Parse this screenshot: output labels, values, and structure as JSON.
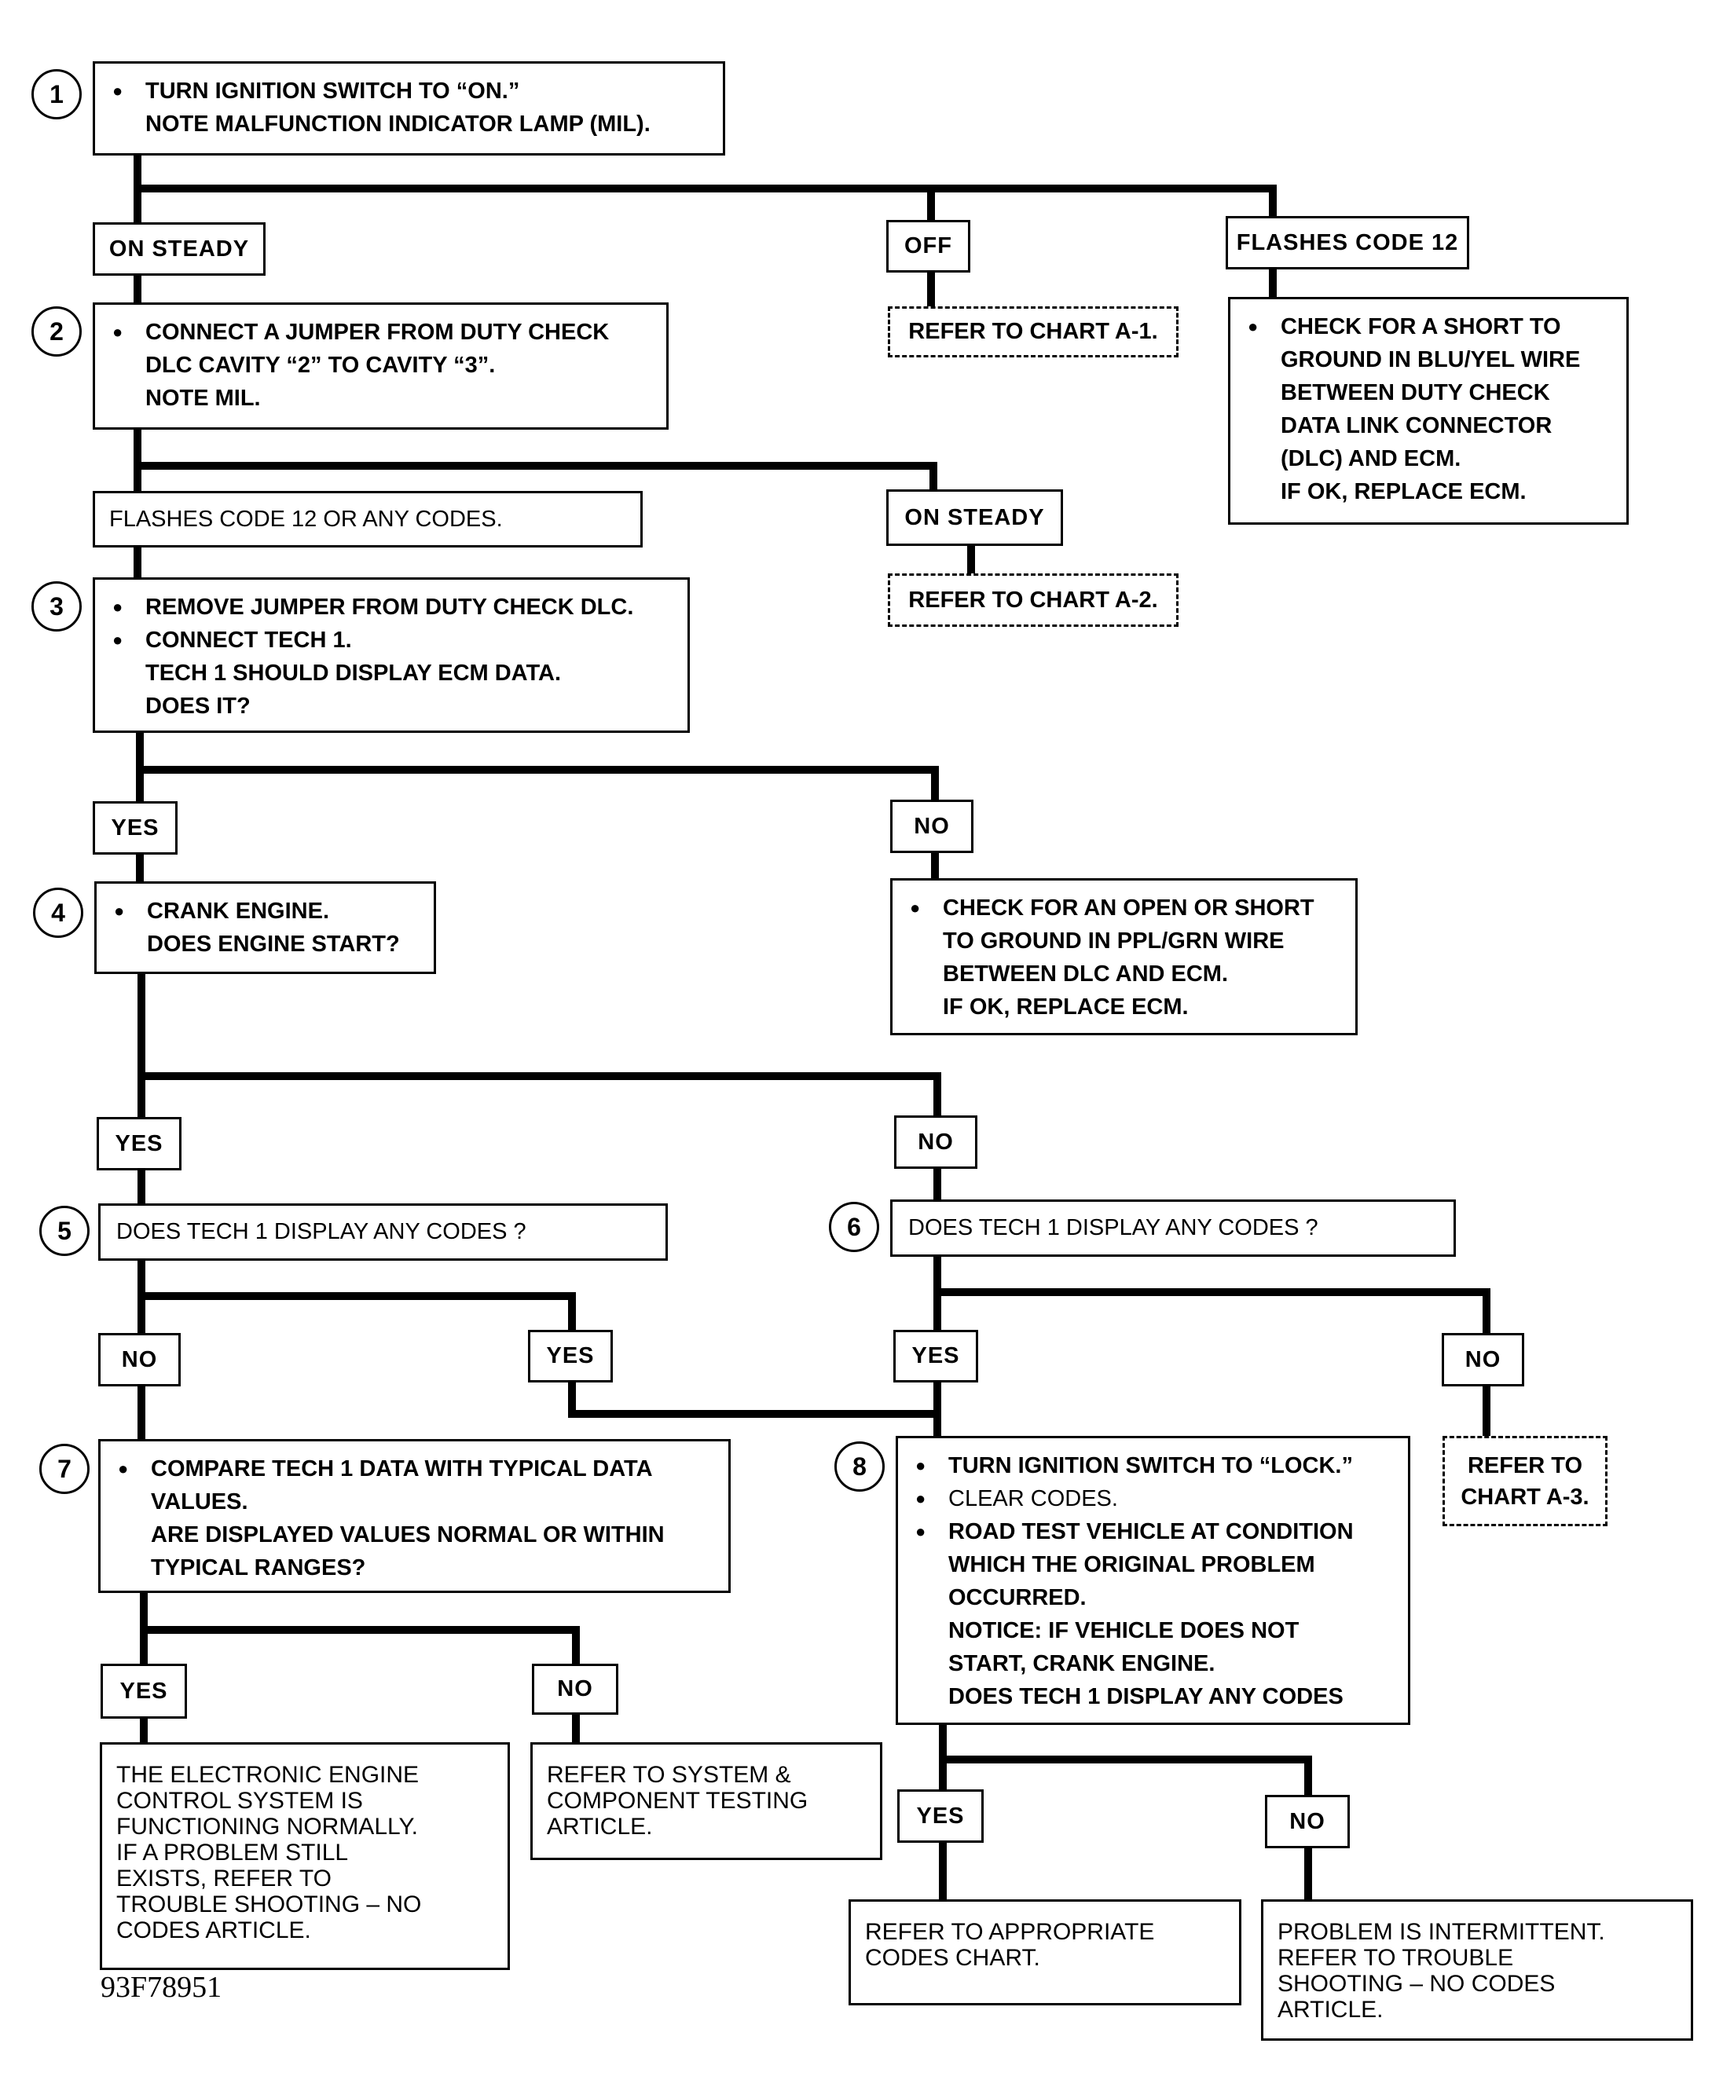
{
  "figure_id": "93F78951",
  "steps": {
    "s1": {
      "num": "1",
      "lines": [
        "TURN IGNITION SWITCH TO “ON.”\nNOTE MALFUNCTION INDICATOR LAMP (MIL)."
      ]
    },
    "s2": {
      "num": "2",
      "lines": [
        "CONNECT A JUMPER FROM DUTY CHECK\nDLC CAVITY “2” TO CAVITY “3”.\nNOTE MIL."
      ]
    },
    "s3": {
      "num": "3",
      "lines": [
        "REMOVE JUMPER FROM DUTY CHECK DLC.",
        "CONNECT TECH 1.\nTECH 1 SHOULD DISPLAY ECM DATA.\nDOES IT?"
      ]
    },
    "s4": {
      "num": "4",
      "lines": [
        "CRANK ENGINE.\nDOES ENGINE START?"
      ]
    },
    "s5": {
      "num": "5",
      "text": "DOES TECH 1 DISPLAY ANY CODES ?"
    },
    "s6": {
      "num": "6",
      "text": "DOES TECH 1 DISPLAY ANY CODES ?"
    },
    "s7": {
      "num": "7",
      "lines": [
        "COMPARE TECH 1 DATA WITH TYPICAL DATA\nVALUES.\nARE DISPLAYED VALUES NORMAL OR WITHIN\nTYPICAL RANGES?"
      ]
    },
    "s8": {
      "num": "8",
      "lines": [
        "TURN IGNITION SWITCH TO “LOCK.”",
        "CLEAR CODES.",
        "ROAD TEST VEHICLE AT CONDITION\nWHICH THE ORIGINAL PROBLEM\nOCCURRED.\nNOTICE:  IF VEHICLE DOES NOT\nSTART, CRANK ENGINE.\nDOES TECH 1 DISPLAY ANY CODES"
      ]
    }
  },
  "labels": {
    "on_steady_1": "ON STEADY",
    "off": "OFF",
    "flashes_code_12": "FLASHES CODE 12",
    "flashes_any": "FLASHES CODE 12 OR ANY CODES.",
    "on_steady_2": "ON STEADY",
    "yes_3": "YES",
    "no_3": "NO",
    "yes_4": "YES",
    "no_4": "NO",
    "no_5": "NO",
    "yes_5": "YES",
    "yes_6": "YES",
    "no_6": "NO",
    "yes_7": "YES",
    "no_7": "NO",
    "yes_8": "YES",
    "no_8": "NO"
  },
  "results": {
    "chart_a1": "REFER TO CHART A-1.",
    "short_blu_yel": "CHECK FOR A SHORT TO\nGROUND IN BLU/YEL WIRE\nBETWEEN DUTY CHECK\nDATA LINK CONNECTOR\n(DLC) AND ECM.\nIF OK, REPLACE ECM.",
    "chart_a2": "REFER TO CHART A-2.",
    "open_ppl_grn": "CHECK FOR AN OPEN OR SHORT\nTO GROUND IN PPL/GRN WIRE\nBETWEEN DLC AND ECM.\nIF OK, REPLACE ECM.",
    "chart_a3": "REFER TO\nCHART A-3.",
    "functioning_normally": "THE ELECTRONIC ENGINE\nCONTROL SYSTEM IS\nFUNCTIONING NORMALLY.\nIF A PROBLEM STILL\nEXISTS, REFER TO\nTROUBLE SHOOTING  –  NO\nCODES ARTICLE.",
    "system_component": "REFER TO SYSTEM &\nCOMPONENT TESTING\nARTICLE.",
    "appropriate_codes": "REFER TO APPROPRIATE\nCODES CHART.",
    "intermittent": "PROBLEM IS INTERMITTENT.\nREFER TO TROUBLE\nSHOOTING  –  NO CODES\nARTICLE."
  }
}
